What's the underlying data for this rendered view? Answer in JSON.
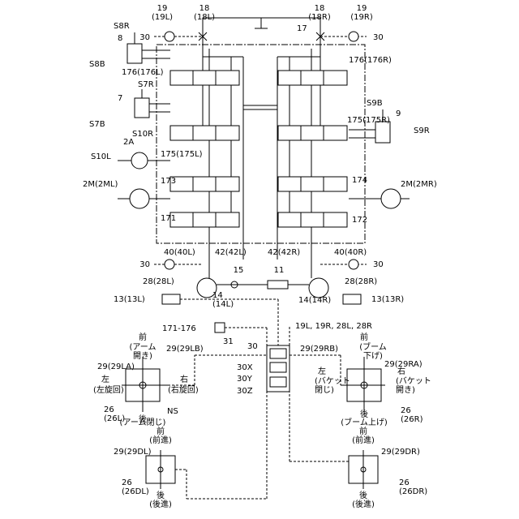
{
  "labels": {
    "l19_19L": "19\n(19L)",
    "l18_18L": "18\n(18L)",
    "l18_18R": "18\n(18R)",
    "l19_19R": "19\n(19R)",
    "l17": "17",
    "l30_tl": "30",
    "l30_tr": "30",
    "l30_ml": "30",
    "l30_mr": "30",
    "lS8R": "S8R",
    "l8": "8",
    "lS8B": "S8B",
    "l176L": "176(176L)",
    "l176R": "176(176R)",
    "lS7R": "S7R",
    "l7": "7",
    "lS7B": "S7B",
    "lS9B": "S9B",
    "l9": "9",
    "lS9R": "S9R",
    "l175R": "175(175R)",
    "lS10R": "S10R",
    "l2A": "2A",
    "lS10L": "S10L",
    "l175L": "175(175L)",
    "l173": "173",
    "l174": "174",
    "l2ML": "2M(2ML)",
    "l2MR": "2M(2MR)",
    "l171": "171",
    "l172": "172",
    "l40L": "40(40L)",
    "l42L": "42(42L)",
    "l42R": "42(42R)",
    "l40R": "40(40R)",
    "l15": "15",
    "l11": "11",
    "l28L": "28(28L)",
    "l28R": "28(28R)",
    "l14L": "14\n(14L)",
    "l14R": "14(14R)",
    "l13L": "13(13L)",
    "l13R": "13(13R)",
    "l171_176": "171-176",
    "l31": "31",
    "l19L_list": "19L, 19R, 28L, 28R",
    "l30_ctrl": "30",
    "l30X": "30X",
    "l30Y": "30Y",
    "l30Z": "30Z",
    "left_front": "前",
    "left_arm_open": "(アーム\n開き)",
    "l29LB": "29(29LB)",
    "l29LA": "29(29LA)",
    "left_left": "左",
    "left_left_turn": "(左旋回)",
    "left_right": "右",
    "left_right_turn": "(右旋回)",
    "left_back": "後",
    "left_arm_close": "(アーム閉じ)",
    "lNS": "NS",
    "l26_26L": "26\n(26L)",
    "right_front": "前",
    "right_boom_down": "(ブーム\n下げ)",
    "l29RB": "29(29RB)",
    "l29RA": "29(29RA)",
    "right_left": "左",
    "right_bucket_close": "(バケット\n閉じ)",
    "right_right": "右",
    "right_bucket_open": "(バケット\n開き)",
    "right_back": "後",
    "right_boom_up": "(ブーム上げ)",
    "l26_26R": "26\n(26R)",
    "dl_front": "前\n(前進)",
    "l29DL": "29(29DL)",
    "dl_back": "後\n(後進)",
    "l26_26DL": "26\n(26DL)",
    "dr_front": "前\n(前進)",
    "l29DR": "29(29DR)",
    "dr_back": "後\n(後進)",
    "l26_26DR": "26\n(26DR)"
  }
}
